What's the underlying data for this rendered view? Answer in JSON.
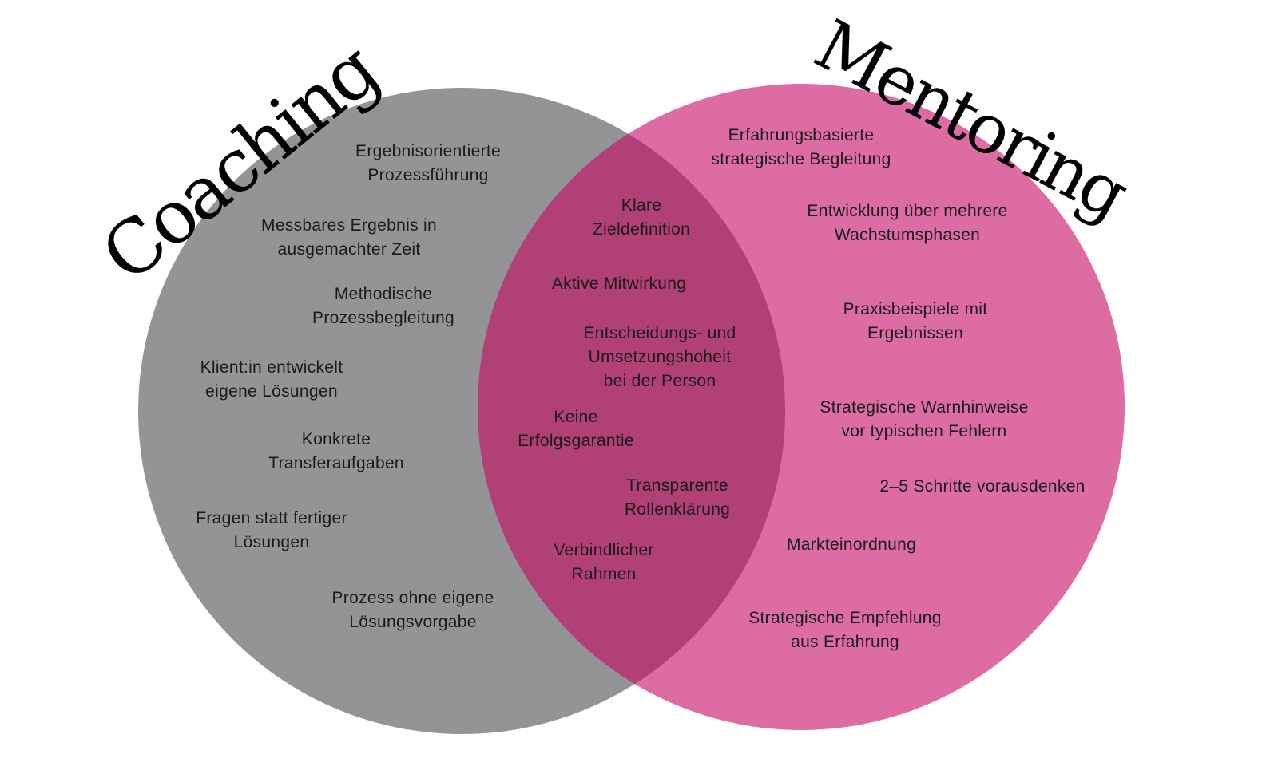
{
  "colors": {
    "coaching": "#939496",
    "mentoring": "#de6ca4",
    "overlap": "#b04075"
  },
  "titles": {
    "coaching": "Coaching",
    "mentoring": "Mentoring"
  },
  "coaching_items": [
    "Ergebnisorientierte\nProzessführung",
    "Messbares Ergebnis in\nausgemachter Zeit",
    "Methodische\nProzessbegleitung",
    "Klient:in entwickelt\neigene Lösungen",
    "Konkrete\nTransferaufgaben",
    "Fragen statt fertiger\nLösungen",
    "Prozess ohne eigene\nLösungsvorgabe"
  ],
  "shared_items": [
    "Klare\nZieldefinition",
    "Aktive Mitwirkung",
    "Entscheidungs- und\nUmsetzungshoheit\nbei der Person",
    "Keine\nErfolgsgarantie",
    "Transparente\nRollenklärung",
    "Verbindlicher\nRahmen"
  ],
  "mentoring_items": [
    "Erfahrungsbasierte\nstrategische Begleitung",
    "Entwicklung über mehrere\nWachstumsphasen",
    "Praxisbeispiele mit\nErgebnissen",
    "Strategische Warnhinweise\nvor typischen Fehlern",
    "2–5 Schritte vorausdenken",
    "Markteinordnung",
    "Strategische Empfehlung\naus Erfahrung"
  ]
}
